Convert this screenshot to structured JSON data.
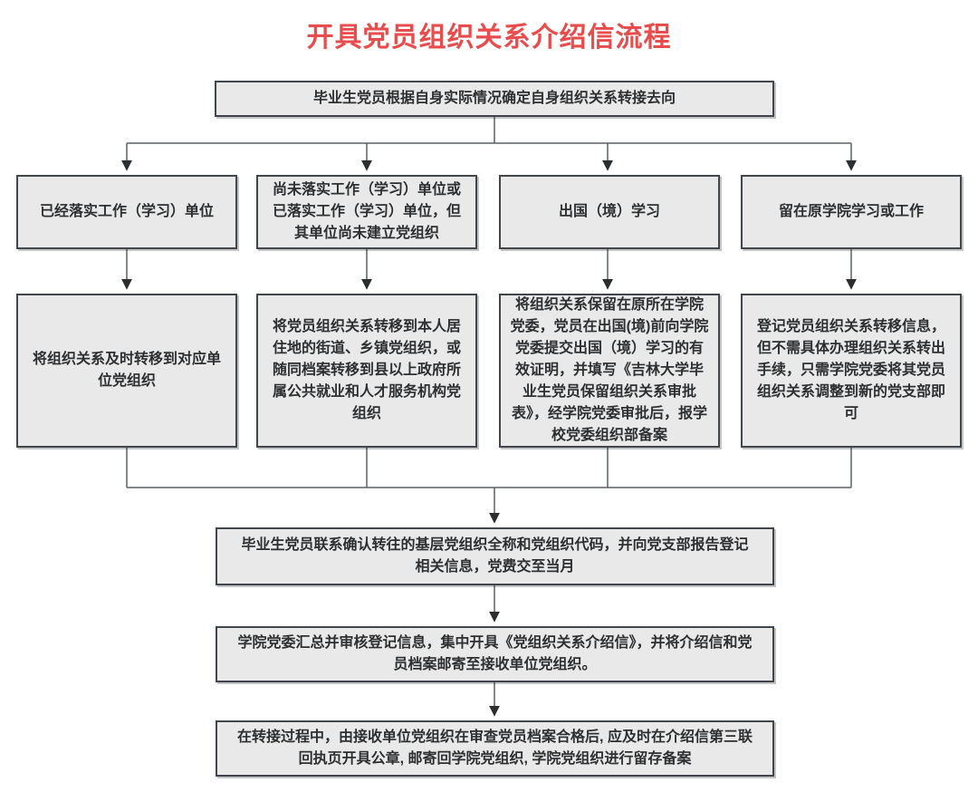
{
  "title": "开具党员组织关系介绍信流程",
  "colors": {
    "accent_red": "#e84c4c",
    "box_fill": "#e9e9e9",
    "box_border": "#41464c",
    "line_color": "#5a5f66",
    "text_color": "#2d2f31"
  },
  "flow": {
    "start": "毕业生党员根据自身实际情况确定自身组织关系转接去向",
    "branches": [
      {
        "condition": "已经落实工作（学习）单位",
        "action": "将组织关系及时转移到对应单位党组织"
      },
      {
        "condition": "尚未落实工作（学习）单位或已落实工作（学习）单位，但其单位尚未建立党组织",
        "action": "将党员组织关系转移到本人居住地的街道、乡镇党组织，或随同档案转移到县以上政府所属公共就业和人才服务机构党组织"
      },
      {
        "condition": "出国（境）学习",
        "action": "将组织关系保留在原所在学院党委，党员在出国(境)前向学院党委提交出国（境）学习的有效证明，并填写《吉林大学毕业生党员保留组织关系审批表》，经学院党委审批后，报学校党委组织部备案"
      },
      {
        "condition": "留在原学院学习或工作",
        "action": "登记党员组织关系转移信息，但不需具体办理组织关系转出手续，只需学院党委将其党员组织关系调整到新的党支部即可"
      }
    ],
    "steps": [
      "毕业生党员联系确认转往的基层党组织全称和党组织代码，并向党支部报告登记相关信息，党费交至当月",
      "学院党委汇总并审核登记信息，集中开具《党组织关系介绍信》，并将介绍信和党员档案邮寄至接收单位党组织。",
      "在转接过程中，由接收单位党组织在审查党员档案合格后, 应及时在介绍信第三联回执页开具公章, 邮寄回学院党组织, 学院党组织进行留存备案"
    ]
  }
}
